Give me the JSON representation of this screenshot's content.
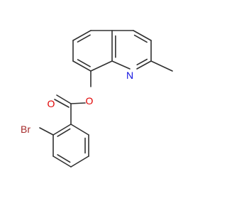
{
  "molecule": {
    "atoms": {
      "oxygen_carbonyl": {
        "symbol": "O",
        "color": "#e00000"
      },
      "oxygen_ester": {
        "symbol": "O",
        "color": "#e00000"
      },
      "nitrogen": {
        "symbol": "N",
        "color": "#1010e0"
      },
      "bromine": {
        "symbol": "Br",
        "color": "#a52a2a"
      }
    },
    "bond_color": "#303030",
    "background": "#ffffff"
  }
}
